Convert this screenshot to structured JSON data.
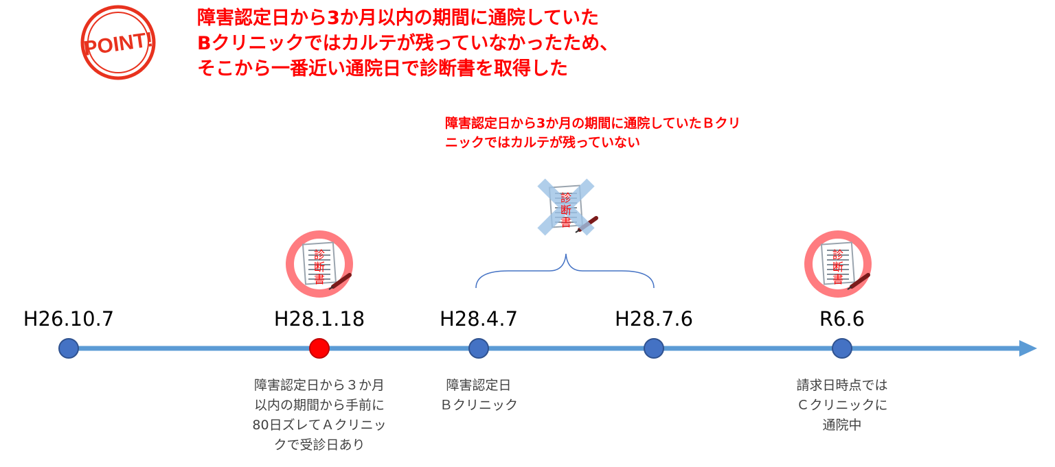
{
  "headline": {
    "lines": [
      "障害認定日から3か月以内の期間に通院していた",
      "Bクリニックではカルテが残っていなかったため、",
      "そこから一番近い通院日で診断書を取得した"
    ],
    "badge_text": "POINT!"
  },
  "note": {
    "text": "障害認定日から3か月の期間に通院していたＢクリニックではカルテが残っていない"
  },
  "document_icon_text": [
    "診",
    "断",
    "書"
  ],
  "timeline": {
    "points": [
      {
        "date": "H26.10.7",
        "color": "#4472c4",
        "desc": []
      },
      {
        "date": "H28.1.18",
        "color": "#ff0000",
        "desc": [
          "障害認定日から３か月",
          "以内の期間から手前に",
          "80日ズレてＡクリニッ",
          "クで受診日あり"
        ]
      },
      {
        "date": "H28.4.7",
        "color": "#4472c4",
        "desc": [
          "障害認定日",
          "Ｂクリニック"
        ]
      },
      {
        "date": "H28.7.6",
        "color": "#4472c4",
        "desc": []
      },
      {
        "date": "R6.6",
        "color": "#4472c4",
        "desc": [
          "請求日時点では",
          "Ｃクリニックに",
          "通院中"
        ]
      }
    ]
  },
  "colors": {
    "line": "#5b9bd5",
    "red": "#ff0000",
    "ring": "#ff7c80",
    "cross": "#9dc3e6"
  }
}
